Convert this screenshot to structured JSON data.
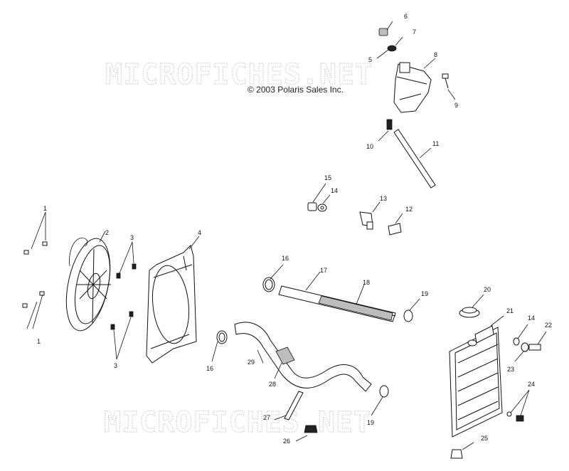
{
  "copyright": "© 2003 Polaris Sales Inc.",
  "watermarks": [
    "MICROFICHES.NET",
    "MICROFICHES.NET"
  ],
  "callouts": {
    "c1a": "1",
    "c1b": "1",
    "c2": "2",
    "c3a": "3",
    "c3b": "3",
    "c4": "4",
    "c5": "5",
    "c6": "6",
    "c7": "7",
    "c8": "8",
    "c9": "9",
    "c10": "10",
    "c11": "11",
    "c12": "12",
    "c13": "13",
    "c14a": "14",
    "c14b": "14",
    "c15": "15",
    "c16a": "16",
    "c16b": "16",
    "c17": "17",
    "c18": "18",
    "c19a": "19",
    "c19b": "19",
    "c20": "20",
    "c21": "21",
    "c22": "22",
    "c23": "23",
    "c24": "24",
    "c25": "25",
    "c26": "26",
    "c27": "27",
    "c28": "28",
    "c29": "29"
  },
  "colors": {
    "line": "#111111",
    "watermark": "#cfcfcf",
    "background": "#ffffff"
  }
}
